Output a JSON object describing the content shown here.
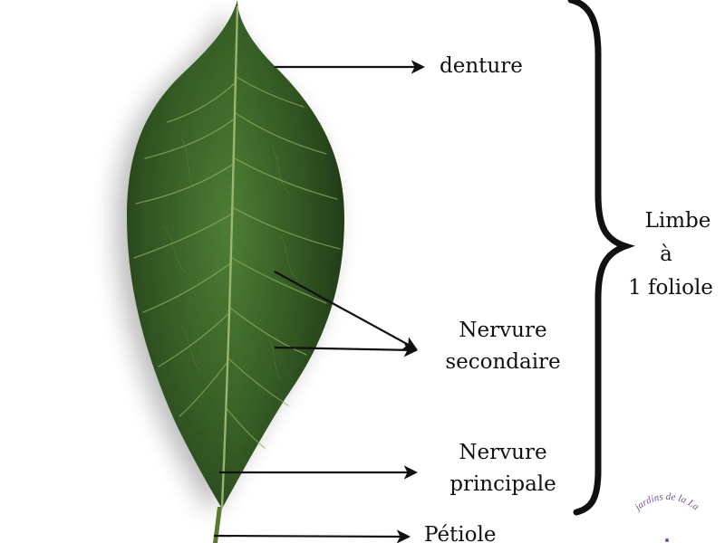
{
  "labels": {
    "denture": "denture",
    "nervure_secondaire_1": "Nervure",
    "nervure_secondaire_2": "secondaire",
    "nervure_principale_1": "Nervure",
    "nervure_principale_2": "principale",
    "petiole": "Pétiole",
    "limbe_1": "Limbe",
    "limbe_2": "à",
    "limbe_3": "1 foliole"
  },
  "logo": {
    "text": "jardins de la La",
    "icon": "leaf-logo-seal"
  },
  "colors": {
    "leaf_dark": "#2a4a1e",
    "leaf_mid": "#3d6b2c",
    "leaf_light": "#5a8a3e",
    "vein": "#a9c27a",
    "arrow": "#111111",
    "brace": "#111111",
    "logo": "#7a4f9a"
  }
}
